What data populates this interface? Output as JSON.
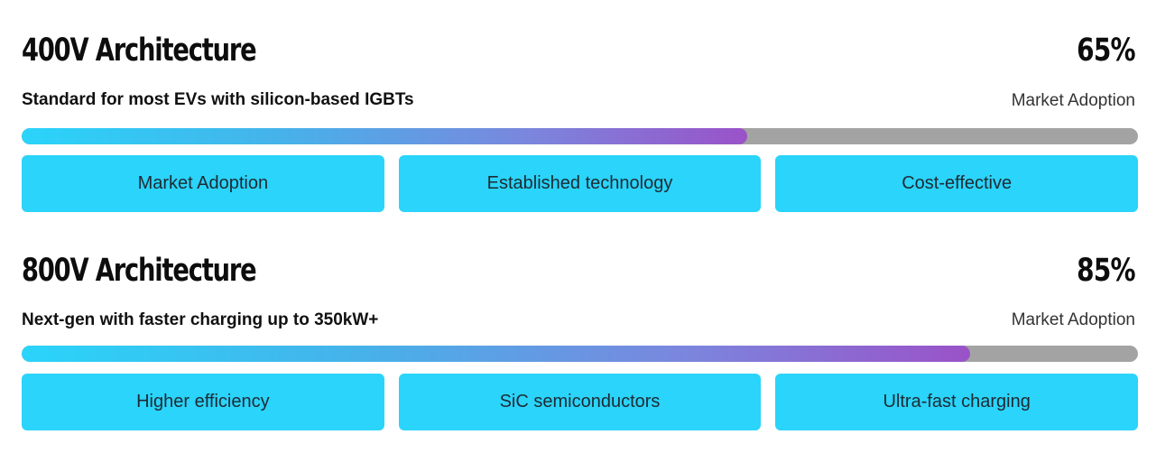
{
  "architectures": [
    {
      "title": "400V Architecture",
      "percent_label": "65%",
      "adoption": 0.65,
      "subtitle": "Standard for most EVs with silicon-based IGBTs",
      "metric_label": "Market Adoption",
      "features": [
        "Market Adoption",
        "Established technology",
        "Cost-effective"
      ]
    },
    {
      "title": "800V Architecture",
      "percent_label": "85%",
      "adoption": 0.85,
      "subtitle": "Next-gen with faster charging up to 350kW+",
      "metric_label": "Market Adoption",
      "features": [
        "Higher efficiency",
        "SiC semiconductors",
        "Ultra-fast charging"
      ]
    }
  ],
  "colors": {
    "chip_background": "#2ad4fa",
    "bar_track": "#a3a3a3",
    "bar_gradient_start": "#2ad4fa",
    "bar_gradient_end": "#9a52c8"
  }
}
